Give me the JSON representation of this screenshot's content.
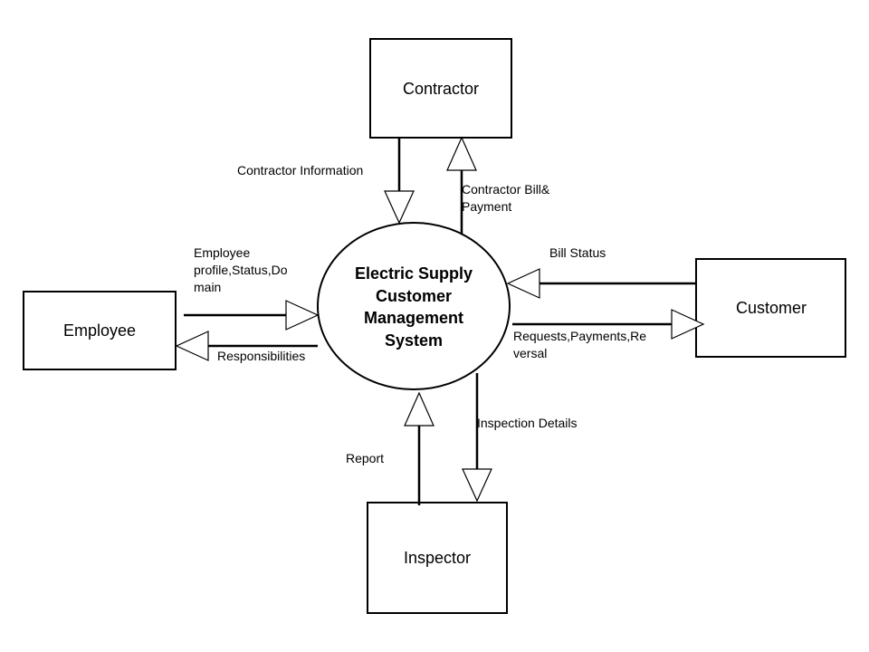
{
  "process": {
    "lines": [
      "Electric Supply",
      "Customer",
      "Management",
      "System"
    ]
  },
  "entities": {
    "contractor": "Contractor",
    "employee": "Employee",
    "customer": "Customer",
    "inspector": "Inspector"
  },
  "flows": {
    "contractor_information": [
      "Contractor Information"
    ],
    "contractor_bill_payment": [
      "Contractor Bill&",
      "Payment"
    ],
    "employee_profile": [
      "Employee",
      "profile,Status,Do",
      "main"
    ],
    "responsibilities": [
      "Responsibilities"
    ],
    "bill_status": [
      "Bill Status"
    ],
    "requests_payments": [
      "Requests,Payments,Re",
      "versal"
    ],
    "inspection_details": [
      "Inspection Details"
    ],
    "report": [
      "Report"
    ]
  }
}
